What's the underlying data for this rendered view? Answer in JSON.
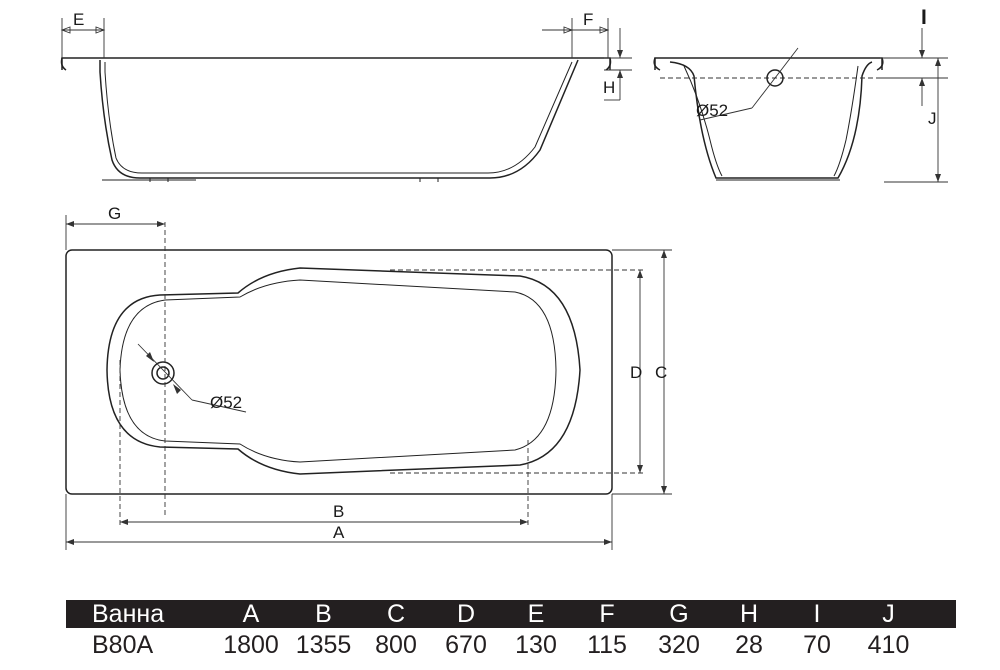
{
  "drawing": {
    "labels": {
      "E": "E",
      "F": "F",
      "H": "H",
      "I": "I",
      "J": "J",
      "G": "G",
      "D": "D",
      "C": "C",
      "B": "B",
      "A": "A",
      "drain_side": "Ø52",
      "drain_top": "Ø52"
    }
  },
  "table": {
    "headers": [
      "Ванна",
      "A",
      "B",
      "C",
      "D",
      "E",
      "F",
      "G",
      "H",
      "I",
      "J"
    ],
    "rows": [
      [
        "B80A",
        "1800",
        "1355",
        "800",
        "670",
        "130",
        "115",
        "320",
        "28",
        "70",
        "410"
      ]
    ]
  },
  "colors": {
    "table_header_bg": "#231f20",
    "table_header_text": "#ffffff",
    "line": "#222222"
  }
}
